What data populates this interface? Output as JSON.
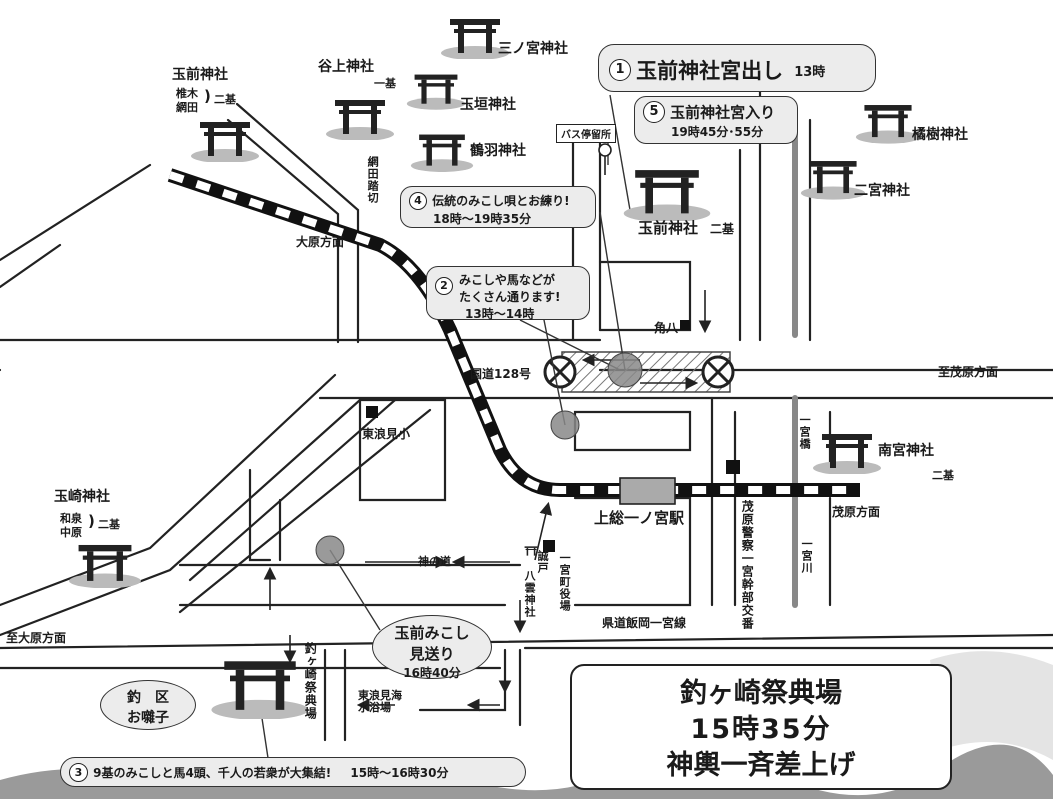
{
  "shrines": {
    "tamasaki_top": {
      "name": "玉前神社",
      "sub1": "椎木",
      "sub2": "網田",
      "count": "二基"
    },
    "yagami": {
      "name": "谷上神社",
      "count": "一基"
    },
    "sannomiya": {
      "name": "三ノ宮神社"
    },
    "tamagaki": {
      "name": "玉垣神社"
    },
    "tsuruha": {
      "name": "鶴羽神社"
    },
    "tachibana": {
      "name": "橘樹神社"
    },
    "ninomiya": {
      "name": "二宮神社"
    },
    "tamasaki_main": {
      "name": "玉前神社",
      "count": "二基"
    },
    "minamimiya": {
      "name": "南宮神社",
      "count": "二基"
    },
    "tamazaki": {
      "name": "玉崎神社",
      "sub1": "和泉",
      "sub2": "中原",
      "count": "二基"
    },
    "yakumo": {
      "name": "八雲神社"
    }
  },
  "events": [
    {
      "num": "1",
      "title": "玉前神社宮出し",
      "time": "13時"
    },
    {
      "num": "2",
      "line1": "みこしや馬などが",
      "line2": "たくさん通ります!",
      "time": "13時〜14時"
    },
    {
      "num": "3",
      "title": "9基のみこしと馬4頭、千人の若衆が大集結!",
      "time": "15時〜16時30分"
    },
    {
      "num": "4",
      "title": "伝統のみこし唄とお練り!",
      "time": "18時〜19時35分"
    },
    {
      "num": "5",
      "title": "玉前神社宮入り",
      "time": "19時45分･55分"
    }
  ],
  "sendoff": {
    "line1": "玉前みこし",
    "line2": "見送り",
    "time": "16時40分"
  },
  "ohayashi": {
    "line1": "釣　区",
    "line2": "お囃子"
  },
  "bigbox": {
    "line1": "釣ヶ崎祭典場",
    "line2": "15時35分",
    "line3": "神輿一斉差上げ"
  },
  "labels": {
    "bus_stop": "バス停留所",
    "amida_crossing": "網田踏切",
    "ohara_dir_top": "大原方面",
    "ohara_dir_left": "至大原方面",
    "mobara_dir_right": "至茂原方面",
    "mobara_dir_low": "茂原方面",
    "route128": "国道128号",
    "kadohachi": "角八",
    "higashinami_school": "東浪見小",
    "kaminomichi": "神の道",
    "station": "上総一ノ宮駅",
    "town_office": "一宮町役場",
    "police_box": "茂原警察一宮幹部交番",
    "ichinomiya_bridge": "一宮橋",
    "ichinomiya_river": "一宮川",
    "prefectural_road": "県道飯岡一宮線",
    "beach": "東浪見海水浴場",
    "tsurigasaki_venue": "釣ヶ崎祭典場",
    "seto": "誠戸"
  }
}
